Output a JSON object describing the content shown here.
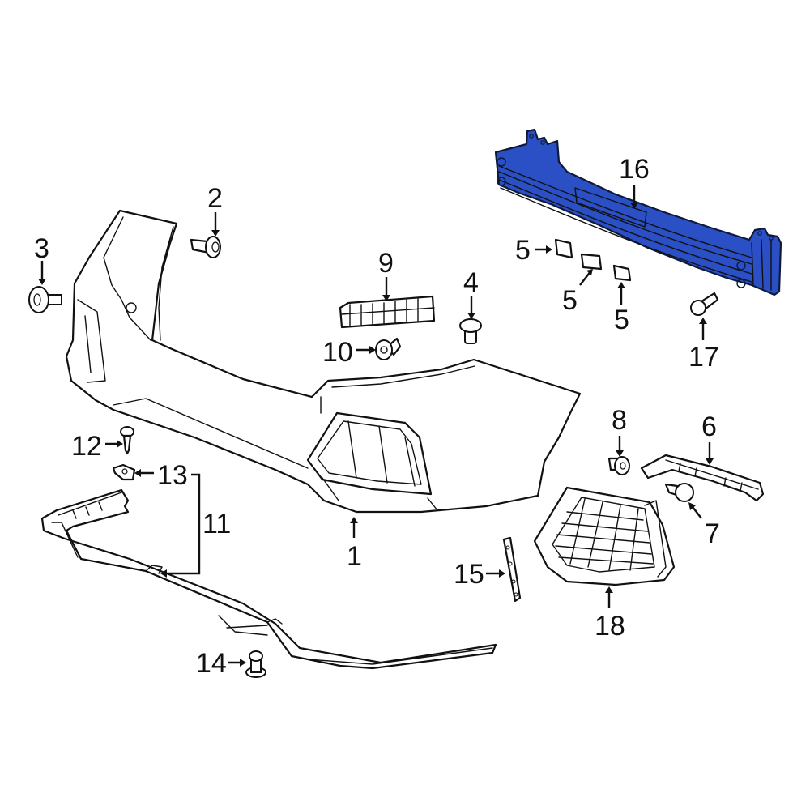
{
  "diagram": {
    "type": "exploded-parts-diagram",
    "subject": "Front bumper assembly",
    "highlight_color": "#2b4fc4",
    "highlighted_part": "16",
    "callouts": [
      {
        "id": "c1",
        "label": "1",
        "part": "bumper-cover"
      },
      {
        "id": "c2",
        "label": "2",
        "part": "bolt"
      },
      {
        "id": "c3",
        "label": "3",
        "part": "grommet"
      },
      {
        "id": "c4",
        "label": "4",
        "part": "push-clip"
      },
      {
        "id": "c5a",
        "label": "5",
        "part": "absorber-pad"
      },
      {
        "id": "c5b",
        "label": "5",
        "part": "absorber-pad"
      },
      {
        "id": "c5c",
        "label": "5",
        "part": "absorber-pad"
      },
      {
        "id": "c6",
        "label": "6",
        "part": "side-bracket"
      },
      {
        "id": "c7",
        "label": "7",
        "part": "retainer-clip"
      },
      {
        "id": "c8",
        "label": "8",
        "part": "grommet-nut"
      },
      {
        "id": "c9",
        "label": "9",
        "part": "reflector-bracket"
      },
      {
        "id": "c10",
        "label": "10",
        "part": "screw-clip"
      },
      {
        "id": "c11",
        "label": "11",
        "part": "lower-spoiler-assembly"
      },
      {
        "id": "c12",
        "label": "12",
        "part": "tapping-screw"
      },
      {
        "id": "c13",
        "label": "13",
        "part": "clip-nut"
      },
      {
        "id": "c14",
        "label": "14",
        "part": "fastener"
      },
      {
        "id": "c15",
        "label": "15",
        "part": "mounting-bracket"
      },
      {
        "id": "c16",
        "label": "16",
        "part": "impact-bar-reinforcement"
      },
      {
        "id": "c17",
        "label": "17",
        "part": "flange-bolt"
      },
      {
        "id": "c18",
        "label": "18",
        "part": "fog-lamp-grille"
      }
    ]
  }
}
